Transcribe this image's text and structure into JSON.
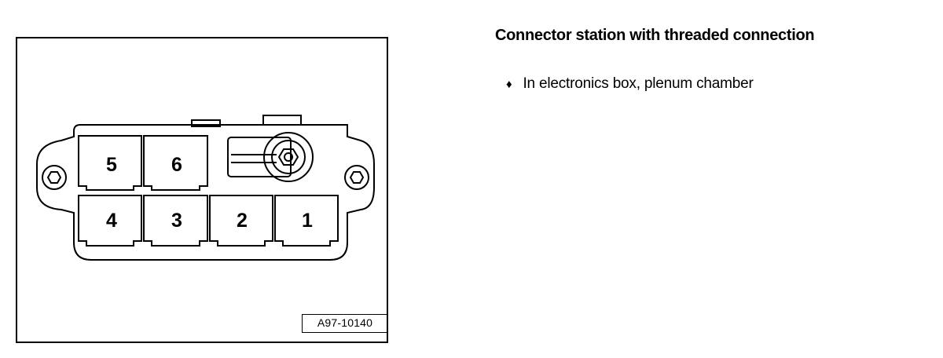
{
  "heading": "Connector station with threaded connection",
  "bullets": [
    {
      "glyph": "♦",
      "text": "In electronics box, plenum chamber"
    }
  ],
  "figure": {
    "id": "A97-10140",
    "pins": [
      "1",
      "2",
      "3",
      "4",
      "5",
      "6"
    ]
  }
}
